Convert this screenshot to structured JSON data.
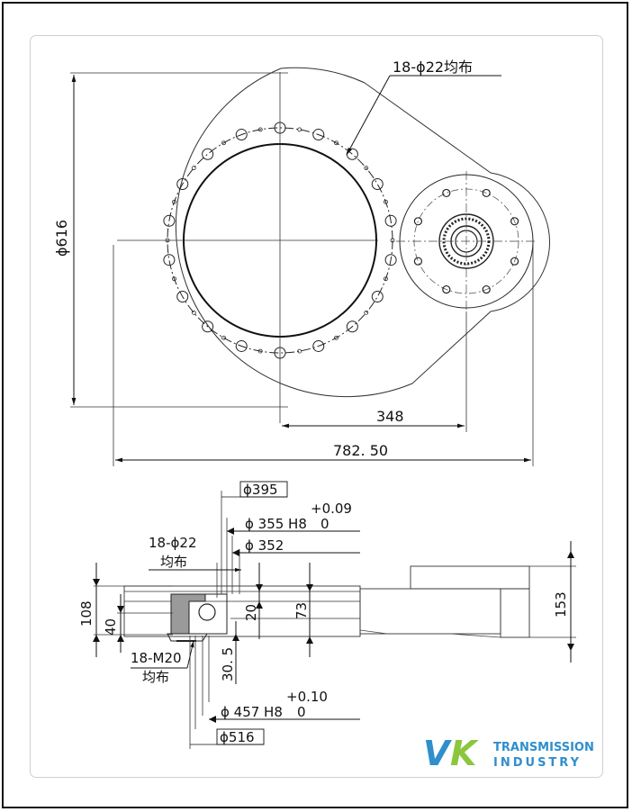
{
  "top_view": {
    "hole_callout": "18-ϕ22均布",
    "diameter": "ϕ616",
    "dim_348": "348",
    "dim_total": "782. 50"
  },
  "side_view": {
    "d395": "ϕ395",
    "d355": "ϕ 355 H8",
    "d355_tol_upper": "+0.09",
    "d355_tol_lower": "0",
    "d352": "ϕ 352",
    "hole_callout_line1": "18-ϕ22",
    "hole_callout_line2": "均布",
    "tap_callout_line1": "18-M20",
    "tap_callout_line2": "均布",
    "h108": "108",
    "h40": "40",
    "h20": "20",
    "h73": "73",
    "h30_5": "30. 5",
    "h153": "153",
    "d457": "ϕ 457 H8",
    "d457_tol_upper": "+0.10",
    "d457_tol_lower": "0",
    "d516": "ϕ516"
  },
  "logo": {
    "mark": "VK",
    "line1": "TRANSMISSION",
    "line2": "INDUSTRY",
    "color_v": "#2f8fcc",
    "color_k": "#8cc63f",
    "color_text": "#2f8fcc"
  }
}
